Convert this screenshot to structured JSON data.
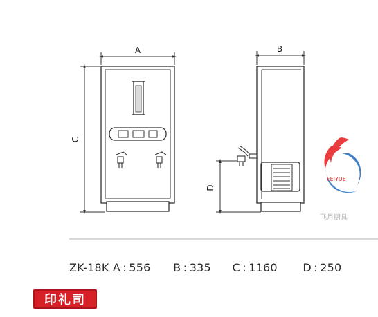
{
  "dimension_letters": {
    "a": "A",
    "b": "B",
    "c": "C",
    "d": "D"
  },
  "specs": {
    "model_and_a": "ZK-18K A : 556",
    "b": "B : 335",
    "c": "C : 1160",
    "d": "D : 250"
  },
  "watermark": {
    "brand_cn": "飞月厨具",
    "brand_en": "FEIYUE",
    "colors": {
      "red": "#e8262b",
      "blue": "#2d6fc0"
    }
  },
  "stamp": {
    "text": "印礼司"
  }
}
